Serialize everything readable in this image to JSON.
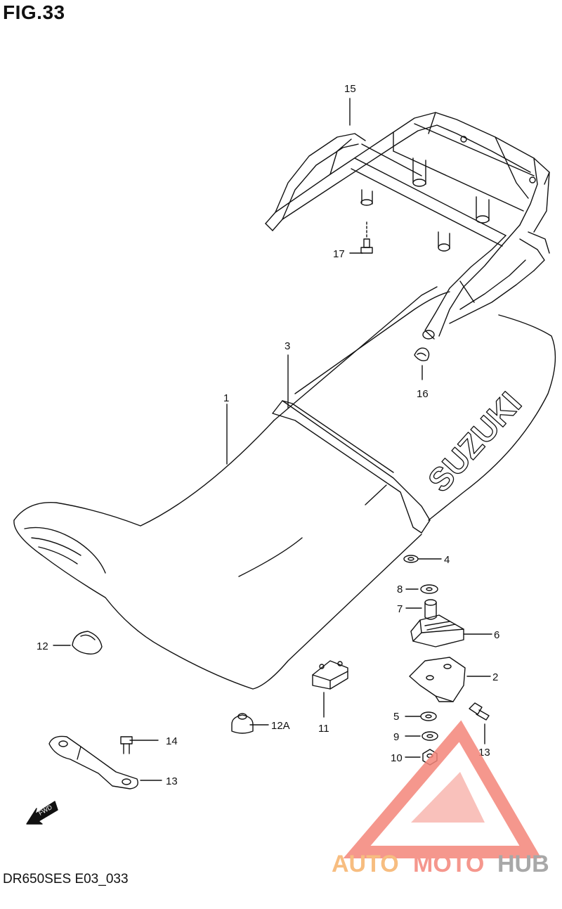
{
  "figure": {
    "title": "FIG.33",
    "code": "DR650SES E03_033"
  },
  "parts": [
    {
      "id": "p15",
      "label": "15"
    },
    {
      "id": "p17",
      "label": "17"
    },
    {
      "id": "p3",
      "label": "3"
    },
    {
      "id": "p16",
      "label": "16"
    },
    {
      "id": "p1",
      "label": "1"
    },
    {
      "id": "p4",
      "label": "4"
    },
    {
      "id": "p8",
      "label": "8"
    },
    {
      "id": "p7",
      "label": "7"
    },
    {
      "id": "p6",
      "label": "6"
    },
    {
      "id": "p12",
      "label": "12"
    },
    {
      "id": "p2",
      "label": "2"
    },
    {
      "id": "p12a",
      "label": "12A"
    },
    {
      "id": "p11",
      "label": "11"
    },
    {
      "id": "p5",
      "label": "5"
    },
    {
      "id": "p13b",
      "label": "13"
    },
    {
      "id": "p14",
      "label": "14"
    },
    {
      "id": "p9",
      "label": "9"
    },
    {
      "id": "p13a",
      "label": "13"
    },
    {
      "id": "p10",
      "label": "10"
    }
  ],
  "seat_brand": "SUZUKI",
  "fwd_marker": "FWD",
  "watermark": {
    "part1": "AUTO",
    "part2": "MOTO",
    "part3": "HUB",
    "color1": "#f6b26b",
    "color2": "#f4867a",
    "color3": "#9a9a9a"
  }
}
